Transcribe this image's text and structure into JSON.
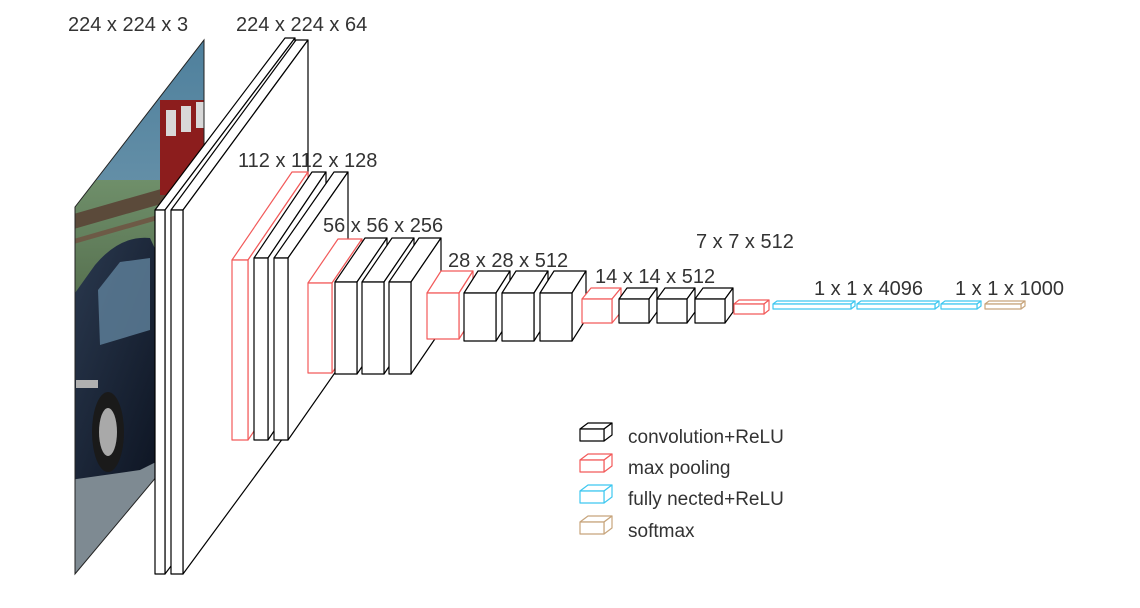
{
  "dimension_labels": {
    "input": "224 x 224 x 3",
    "conv1": "224 x 224 x 64",
    "conv2": "112 x 112 x 128",
    "conv3": "56 x 56 x 256",
    "conv4": "28 x 28 x 512",
    "conv5": "14 x 14 x 512",
    "pool5": "7 x 7 x 512",
    "fc": "1 x 1 x 4096",
    "softmax": "1 x 1 x 1000"
  },
  "legend": [
    {
      "label": "convolution+ReLU",
      "color": "#000000"
    },
    {
      "label": "max pooling",
      "color": "#f25a5a"
    },
    {
      "label": "fully nected+ReLU",
      "color": "#3fc8f0"
    },
    {
      "label": "softmax",
      "color": "#c7a57c"
    }
  ],
  "colors": {
    "conv": "#000000",
    "pool": "#f25a5a",
    "fc": "#3fc8f0",
    "softmax": "#c7a57c"
  }
}
